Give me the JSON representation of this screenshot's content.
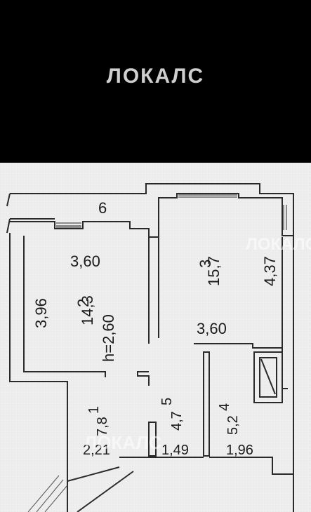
{
  "brand": {
    "name": "ЛОКАЛС"
  },
  "watermark": {
    "text": "ЛОКАЛС"
  },
  "rooms": [
    {
      "number": "6"
    },
    {
      "number": "2",
      "area": "14,3",
      "height": "h=2,60",
      "width": "3,60",
      "length": "3,96"
    },
    {
      "number": "3",
      "area": "15,7",
      "width": "3,60",
      "length": "4,37"
    },
    {
      "number": "1",
      "area": "7,8",
      "width": "2,21"
    },
    {
      "number": "5",
      "area": "4,7",
      "width": "1,49"
    },
    {
      "number": "4",
      "area": "5,2",
      "width": "1,96"
    }
  ]
}
